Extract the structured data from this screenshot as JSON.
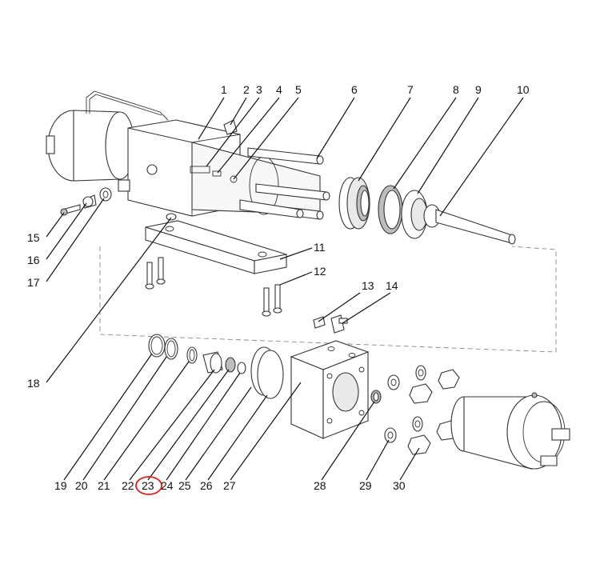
{
  "labels": {
    "l1": "1",
    "l2": "2",
    "l3": "3",
    "l4": "4",
    "l5": "5",
    "l6": "6",
    "l7": "7",
    "l8": "8",
    "l9": "9",
    "l10": "10",
    "l11": "11",
    "l12": "12",
    "l13": "13",
    "l14": "14",
    "l15": "15",
    "l16": "16",
    "l17": "17",
    "l18": "18",
    "l19": "19",
    "l20": "20",
    "l21": "21",
    "l22": "22",
    "l23": "23",
    "l24": "24",
    "l25": "25",
    "l26": "26",
    "l27": "27",
    "l28": "28",
    "l29": "29",
    "l30": "30"
  },
  "highlighted_label": "23",
  "colors": {
    "highlight": "#d9231c",
    "line": "#333333"
  }
}
